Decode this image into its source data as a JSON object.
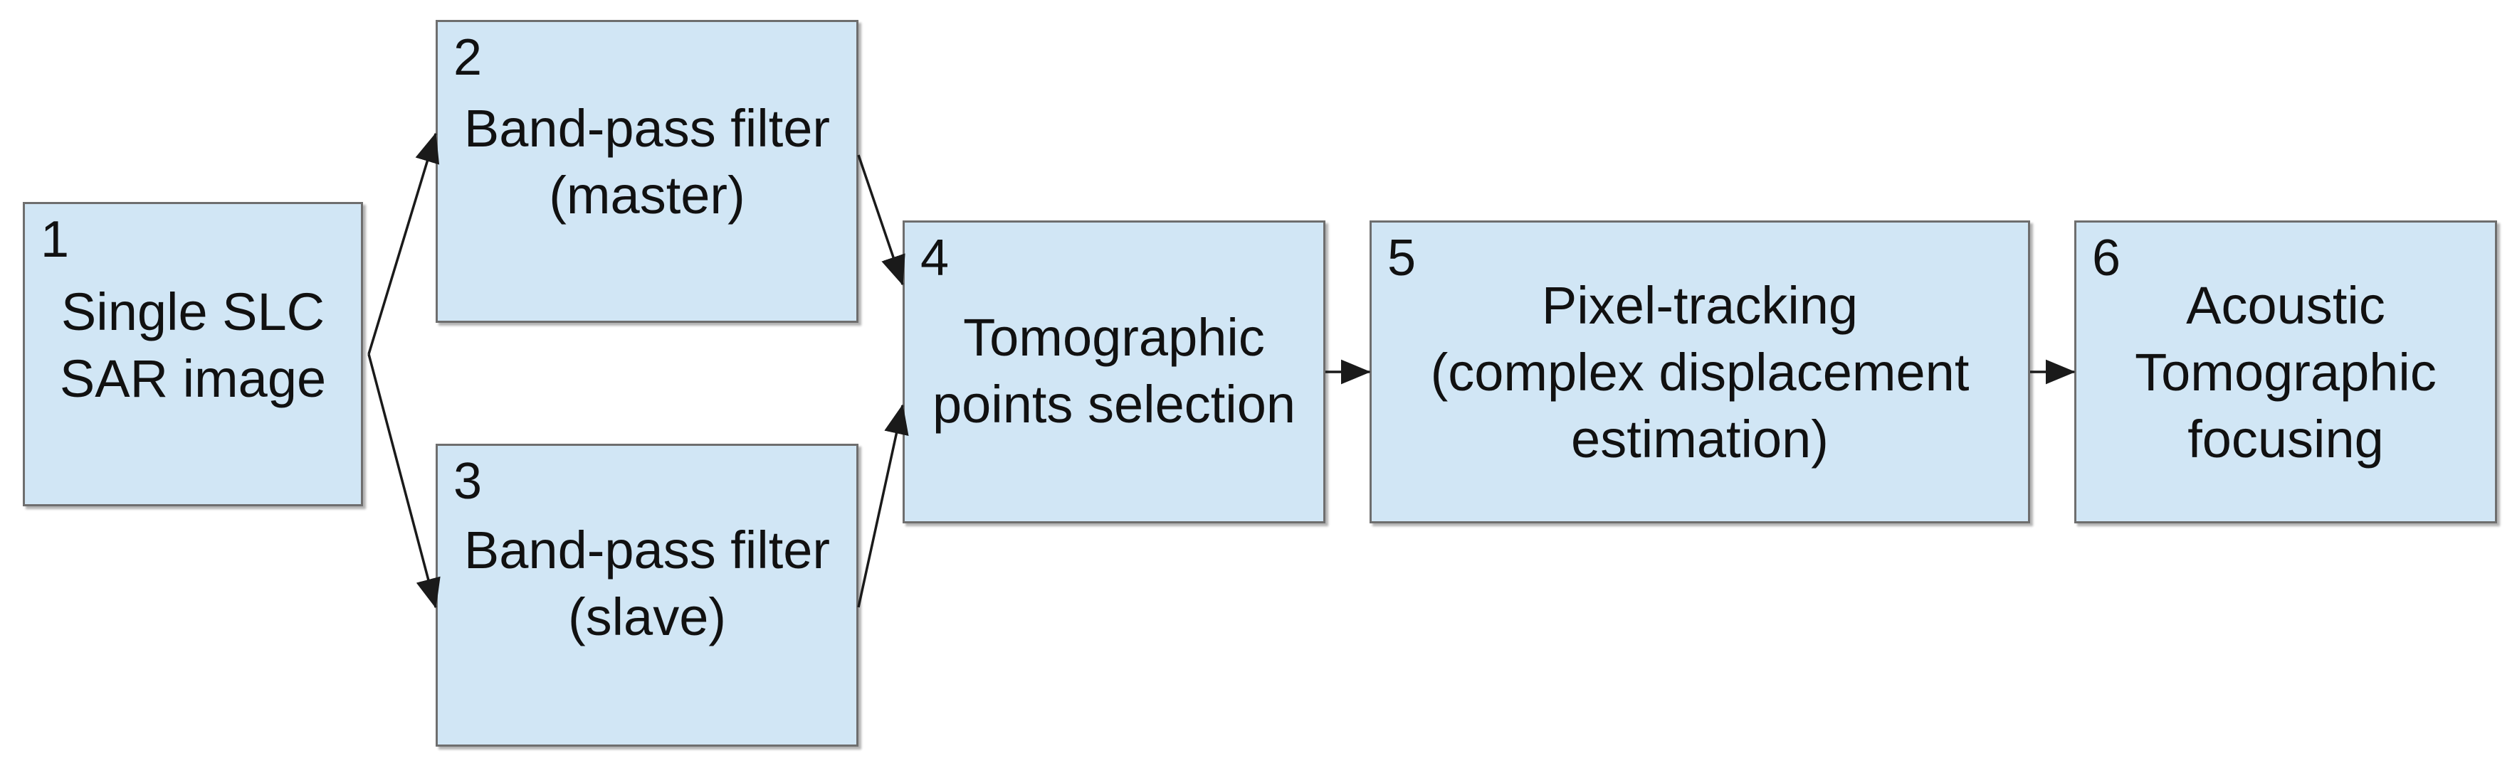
{
  "nodes": [
    {
      "id": "1",
      "number": "1",
      "lines": [
        "Single SLC",
        "SAR image"
      ]
    },
    {
      "id": "2",
      "number": "2",
      "lines": [
        "Band-pass filter",
        "(master)"
      ]
    },
    {
      "id": "3",
      "number": "3",
      "lines": [
        "Band-pass filter",
        "(slave)"
      ]
    },
    {
      "id": "4",
      "number": "4",
      "lines": [
        "Tomographic",
        "points selection"
      ]
    },
    {
      "id": "5",
      "number": "5",
      "lines": [
        "Pixel-tracking",
        "(complex displacement",
        "estimation)"
      ]
    },
    {
      "id": "6",
      "number": "6",
      "lines": [
        "Acoustic",
        "Tomographic",
        "focusing"
      ]
    }
  ],
  "edges": [
    {
      "from": "1",
      "to": "2"
    },
    {
      "from": "1",
      "to": "3"
    },
    {
      "from": "2",
      "to": "4"
    },
    {
      "from": "3",
      "to": "4"
    },
    {
      "from": "4",
      "to": "5"
    },
    {
      "from": "5",
      "to": "6"
    }
  ],
  "colors": {
    "box_fill": "#d1e6f5",
    "box_border": "#6e6e6e",
    "arrow": "#1a1a1a",
    "text": "#111111"
  }
}
